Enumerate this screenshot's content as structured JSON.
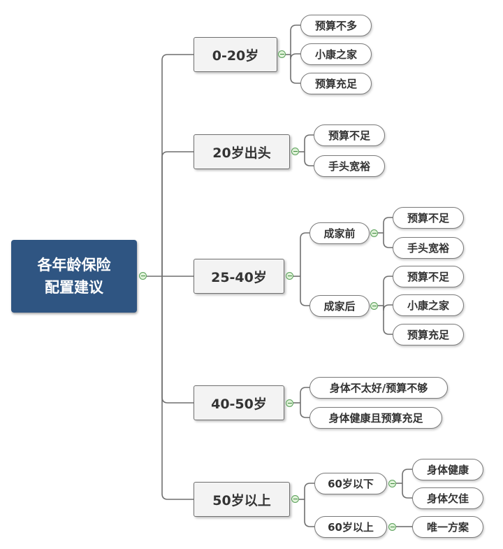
{
  "colors": {
    "root_fill": "#2f5582",
    "line": "#6f6f6f",
    "toggle": "#5aa05a"
  },
  "root": {
    "line1": "各年龄保险",
    "line2": "配置建议"
  },
  "groups": [
    {
      "label": "0-20岁",
      "children": [
        "预算不多",
        "小康之家",
        "预算充足"
      ]
    },
    {
      "label": "20岁出头",
      "children": [
        "预算不足",
        "手头宽裕"
      ]
    },
    {
      "label": "25-40岁",
      "children": [
        {
          "label": "成家前",
          "children": [
            "预算不足",
            "手头宽裕"
          ]
        },
        {
          "label": "成家后",
          "children": [
            "预算不足",
            "小康之家",
            "预算充足"
          ]
        }
      ]
    },
    {
      "label": "40-50岁",
      "children": [
        "身体不太好/预算不够",
        "身体健康且预算充足"
      ]
    },
    {
      "label": "50岁以上",
      "children": [
        {
          "label": "60岁以下",
          "children": [
            "身体健康",
            "身体欠佳"
          ]
        },
        {
          "label": "60岁以上",
          "children": [
            "唯一方案"
          ]
        }
      ]
    }
  ]
}
